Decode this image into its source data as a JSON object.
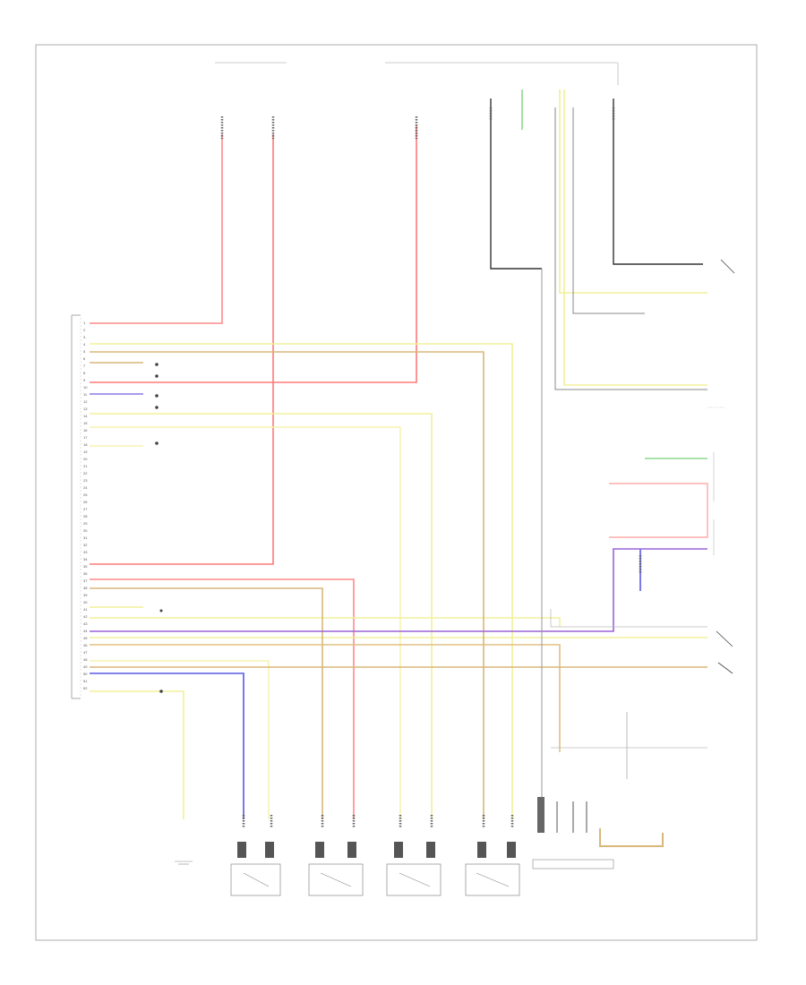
{
  "diagram": {
    "title": "",
    "reference": "",
    "connectors": [
      {
        "id": "c1",
        "text": ""
      },
      {
        "id": "c2",
        "text": ""
      },
      {
        "id": "c3",
        "text": ""
      },
      {
        "id": "c4",
        "text": ""
      },
      {
        "id": "c5",
        "text": ""
      }
    ],
    "colors": {
      "red": "#ff8a8a",
      "yellow": "#f2f09a",
      "tan": "#d9b77a",
      "purple": "#9a63d8",
      "blue": "#5a5ae6",
      "green": "#8fd98f",
      "gray": "#b0b0b0",
      "black": "#222222",
      "border": "#999999"
    }
  }
}
